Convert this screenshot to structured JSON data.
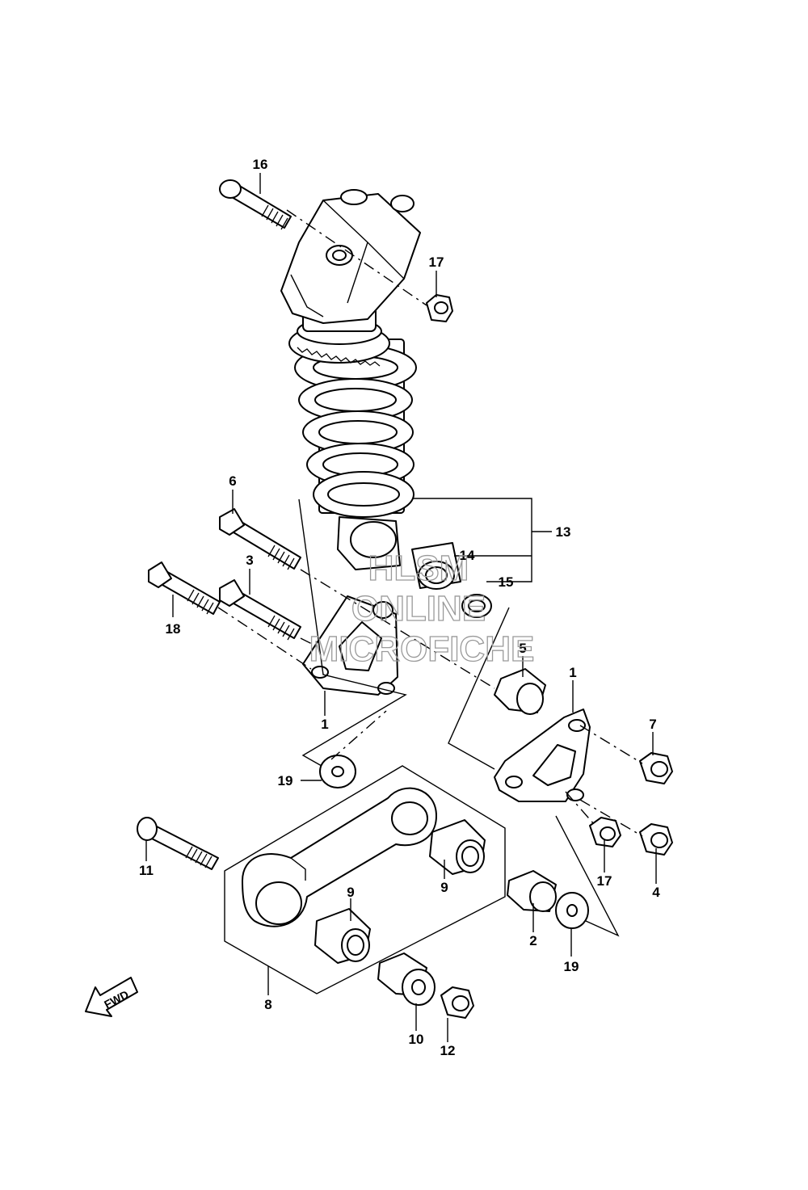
{
  "diagram": {
    "callouts": [
      {
        "id": "c16",
        "label": "16"
      },
      {
        "id": "c17a",
        "label": "17"
      },
      {
        "id": "c6",
        "label": "6"
      },
      {
        "id": "c13",
        "label": "13"
      },
      {
        "id": "c14",
        "label": "14"
      },
      {
        "id": "c15",
        "label": "15"
      },
      {
        "id": "c3",
        "label": "3"
      },
      {
        "id": "c18",
        "label": "18"
      },
      {
        "id": "c5",
        "label": "5"
      },
      {
        "id": "c1a",
        "label": "1"
      },
      {
        "id": "c1b",
        "label": "1"
      },
      {
        "id": "c7",
        "label": "7"
      },
      {
        "id": "c19a",
        "label": "19"
      },
      {
        "id": "c11",
        "label": "11"
      },
      {
        "id": "c9a",
        "label": "9"
      },
      {
        "id": "c9b",
        "label": "9"
      },
      {
        "id": "c17b",
        "label": "17"
      },
      {
        "id": "c4",
        "label": "4"
      },
      {
        "id": "c2",
        "label": "2"
      },
      {
        "id": "c19b",
        "label": "19"
      },
      {
        "id": "c8",
        "label": "8"
      },
      {
        "id": "c10",
        "label": "10"
      },
      {
        "id": "c12",
        "label": "12"
      }
    ],
    "direction_badge": "FWD",
    "watermark": [
      "HLSM",
      "ONLINE",
      "MICROFICHE"
    ]
  }
}
